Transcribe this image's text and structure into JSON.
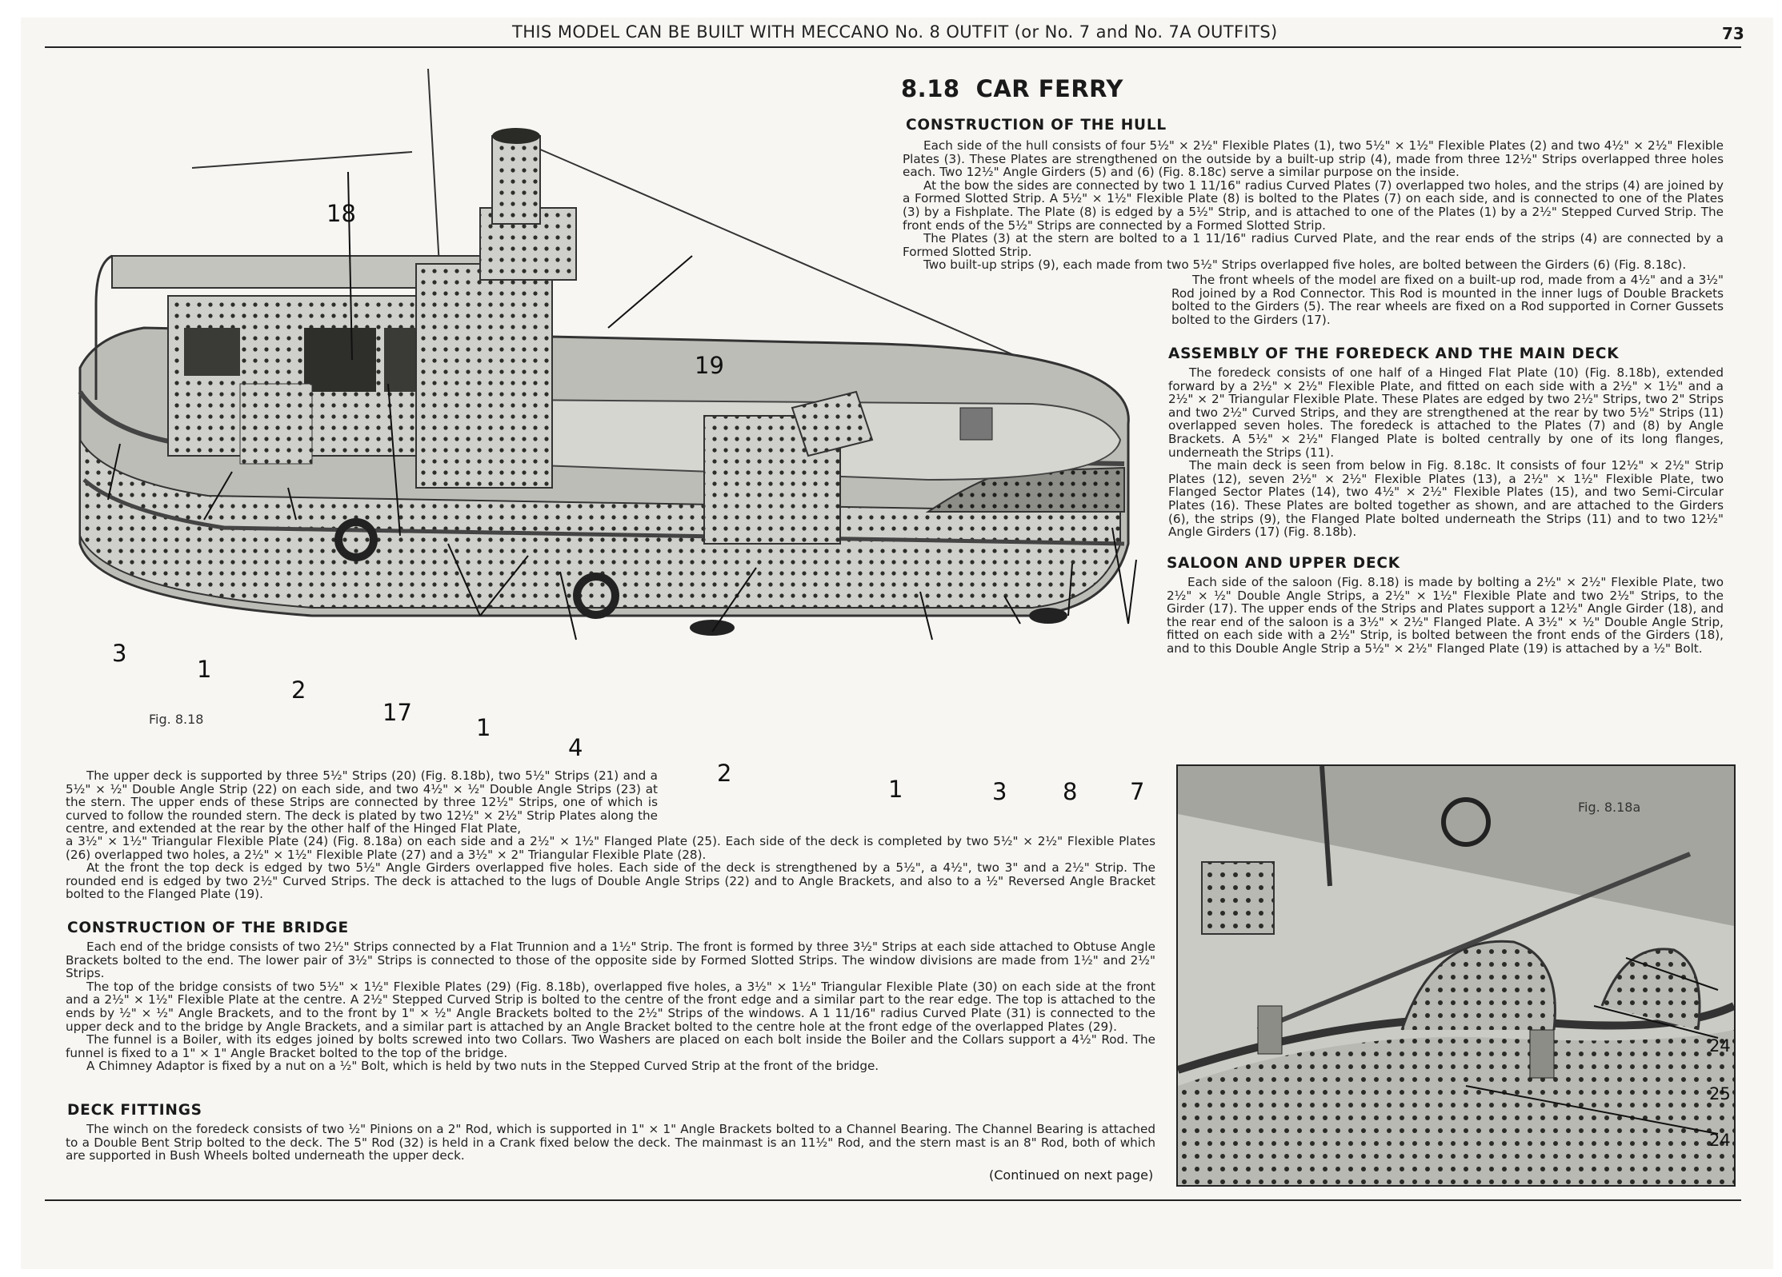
{
  "header": {
    "title": "THIS MODEL CAN BE BUILT WITH MECCANO No. 8 OUTFIT (or No. 7 and No. 7A OUTFITS)",
    "page_number": "73"
  },
  "model": {
    "number": "8.18",
    "name": "CAR FERRY"
  },
  "sections": {
    "hull": {
      "heading": "CONSTRUCTION OF THE HULL",
      "paragraphs": [
        "Each side of the hull consists of four 5½\" × 2½\" Flexible Plates (1), two 5½\" × 1½\" Flexible Plates (2) and two 4½\" × 2½\" Flexible Plates (3). These Plates are strengthened on the outside by a built-up strip (4), made from three 12½\" Strips overlapped three holes each. Two 12½\" Angle Girders (5) and (6) (Fig. 8.18c) serve a similar purpose on the inside.",
        "At the bow the sides are connected by two 1 11/16\" radius Curved Plates (7) overlapped two holes, and the strips (4) are joined by a Formed Slotted Strip. A 5½\" × 1½\" Flexible Plate (8) is bolted to the Plates (7) on each side, and is connected to one of the Plates (3) by a Fishplate. The Plate (8) is edged by a 5½\" Strip, and is attached to one of the Plates (1) by a 2½\" Stepped Curved Strip. The front ends of the 5½\" Strips are connected by a Formed Slotted Strip.",
        "The Plates (3) at the stern are bolted to a 1 11/16\" radius Curved Plate, and the rear ends of the strips (4) are connected by a Formed Slotted Strip.",
        "Two built-up strips (9), each made from two 5½\" Strips overlapped five holes, are bolted between the Girders (6) (Fig. 8.18c)."
      ],
      "paragraph_b": "The front wheels of the model are fixed on a built-up rod, made from a 4½\" and a 3½\" Rod joined by a Rod Connector. This Rod is mounted in the inner lugs of Double Brackets bolted to the Girders (5). The rear wheels are fixed on a Rod supported in Corner Gussets bolted to the Girders (17)."
    },
    "foredeck": {
      "heading": "ASSEMBLY OF THE FOREDECK AND THE MAIN DECK",
      "paragraphs": [
        "The foredeck consists of one half of a Hinged Flat Plate (10) (Fig. 8.18b), extended forward by a 2½\" × 2½\" Flexible Plate, and fitted on each side with a 2½\" × 1½\" and a 2½\" × 2\" Triangular Flexible Plate. These Plates are edged by two 2½\" Strips, two 2\" Strips and two 2½\" Curved Strips, and they are strengthened at the rear by two 5½\" Strips (11) overlapped seven holes. The foredeck is attached to the Plates (7) and (8) by Angle Brackets. A 5½\" × 2½\" Flanged Plate is bolted centrally by one of its long flanges, underneath the Strips (11).",
        "The main deck is seen from below in Fig. 8.18c. It consists of four 12½\" × 2½\" Strip Plates (12), seven 2½\" × 2½\" Flexible Plates (13), a 2½\" × 1½\" Flexible Plate, two Flanged Sector Plates (14), two 4½\" × 2½\" Flexible Plates (15), and two Semi-Circular Plates (16). These Plates are bolted together as shown, and are attached to the Girders (6), the strips (9), the Flanged Plate bolted underneath the Strips (11) and to two 12½\" Angle Girders (17) (Fig. 8.18b)."
      ]
    },
    "saloon": {
      "heading": "SALOON AND UPPER DECK",
      "paragraphs": [
        "Each side of the saloon (Fig. 8.18) is made by bolting a 2½\" × 2½\" Flexible Plate, two 2½\" × ½\" Double Angle Strips, a 2½\" × 1½\" Flexible Plate and two 2½\" Strips, to the Girder (17). The upper ends of the Strips and Plates support a 12½\" Angle Girder (18), and the rear end of the saloon is a 3½\" × 2½\" Flanged Plate. A 3½\" × ½\" Double Angle Strip, fitted on each side with a 2½\" Strip, is bolted between the front ends of the Girders (18), and to this Double Angle Strip a 5½\" × 2½\" Flanged Plate (19) is attached by a ½\" Bolt."
      ]
    },
    "upper_deck": {
      "narrow": "The upper deck is supported by three 5½\" Strips (20) (Fig. 8.18b), two 5½\" Strips (21) and a 5½\" × ½\" Double Angle Strip (22) on each side, and two 4½\" × ½\" Double Angle Strips (23) at the stern. The upper ends of these Strips are connected by three 12½\" Strips, one of which is curved to follow the rounded stern. The deck is plated by two 12½\" × 2½\" Strip Plates along the centre, and extended at the rear by the other half of the Hinged Flat Plate,",
      "wide": [
        "a 3½\" × 1½\" Triangular Flexible Plate (24) (Fig. 8.18a) on each side and a 2½\" × 1½\" Flanged Plate (25). Each side of the deck is completed by two 5½\" × 2½\" Flexible Plates (26) overlapped two holes, a 2½\" × 1½\" Flexible Plate (27) and a 3½\" × 2\" Triangular Flexible Plate (28).",
        "At the front the top deck is edged by two 5½\" Angle Girders overlapped five holes. Each side of the deck is strengthened by a 5½\", a 4½\", two 3\" and a 2½\" Strip. The rounded end is edged by two 2½\" Curved Strips. The deck is attached to the lugs of Double Angle Strips (22) and to Angle Brackets, and also to a ½\" Reversed Angle Bracket bolted to the Flanged Plate (19)."
      ]
    },
    "bridge": {
      "heading": "CONSTRUCTION OF THE BRIDGE",
      "paragraphs": [
        "Each end of the bridge consists of two 2½\" Strips connected by a Flat Trunnion and a 1½\" Strip. The front is formed by three 3½\" Strips at each side attached to Obtuse Angle Brackets bolted to the end. The lower pair of 3½\" Strips is connected to those of the opposite side by Formed Slotted Strips. The window divisions are made from 1½\" and 2½\" Strips.",
        "The top of the bridge consists of two 5½\" × 1½\" Flexible Plates (29) (Fig. 8.18b), overlapped five holes, a 3½\" × 1½\" Triangular Flexible Plate (30) on each side at the front and a 2½\" × 1½\" Flexible Plate at the centre. A 2½\" Stepped Curved Strip is bolted to the centre of the front edge and a similar part to the rear edge. The top is attached to the ends by ½\" × ½\" Angle Brackets, and to the front by 1\" × ½\" Angle Brackets bolted to the 2½\" Strips of the windows. A 1 11/16\" radius Curved Plate (31) is connected to the upper deck and to the bridge by Angle Brackets, and a similar part is attached by an Angle Bracket bolted to the centre hole at the front edge of the overlapped Plates (29).",
        "The funnel is a Boiler, with its edges joined by bolts screwed into two Collars. Two Washers are placed on each bolt inside the Boiler and the Collars support a 4½\" Rod. The funnel is fixed to a 1\" × 1\" Angle Bracket bolted to the top of the bridge.",
        "A Chimney Adaptor is fixed by a nut on a ½\" Bolt, which is held by two nuts in the Stepped Curved Strip at the front of the bridge."
      ]
    },
    "deck_fittings": {
      "heading": "DECK FITTINGS",
      "paragraphs": [
        "The winch on the foredeck consists of two ½\" Pinions on a 2\" Rod, which is supported in 1\" × 1\" Angle Brackets bolted to a Channel Bearing. The Channel Bearing is attached to a Double Bent Strip bolted to the deck. The 5\" Rod (32) is held in a Crank fixed below the deck. The mainmast is an 11½\" Rod, and the stern mast is an 8\" Rod, both of which are supported in Bush Wheels bolted underneath the upper deck."
      ]
    }
  },
  "continued": "(Continued on next page)",
  "figures": {
    "main": "Fig. 8.18",
    "inset": "Fig. 8.18a"
  },
  "callouts": {
    "main": [
      "18",
      "19",
      "3",
      "1",
      "2",
      "17",
      "1",
      "4",
      "2",
      "1",
      "3",
      "8",
      "7"
    ],
    "inset": [
      "24",
      "25",
      "24"
    ]
  },
  "colors": {
    "paper": "#f7f6f3",
    "ink": "#1a1a1a",
    "metal_light": "#cfcfcb",
    "metal_dark": "#55554f"
  }
}
